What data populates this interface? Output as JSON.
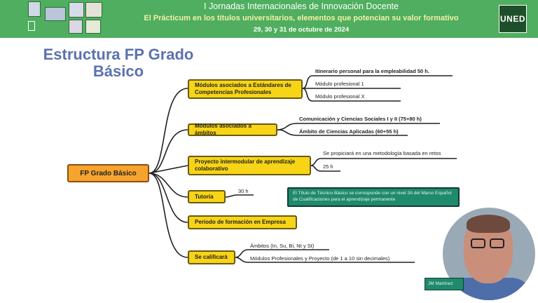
{
  "banner": {
    "line1": "I Jornadas Internacionales de Innovación Docente",
    "line2": "El Prácticum en los títulos universitarios, elementos que potencian su valor formativo",
    "line3": "29, 30 y 31 de octubre de 2024",
    "logo_text": "UNED"
  },
  "slide": {
    "title": "Estructura FP Grado Básico"
  },
  "mindmap": {
    "root": "FP  Grado Básico",
    "branches": [
      {
        "label": "Módulos asociados a Estándares de Competencias Profesionales",
        "leaves": [
          "Itinerario personal para la empleabilidad 50 h.",
          "Módulo profesional 1",
          "Módulo profesional X"
        ]
      },
      {
        "label": "Módulos asociados a ámbitos",
        "leaves": [
          "Comunicación y Ciencias Sociales I y II (75+80 h)",
          "Ámbito de Ciencias Aplicadas (60+55 h)"
        ]
      },
      {
        "label": "Proyecto intermodular de aprendizaje colaborativo",
        "leaves": [
          "Se propiciará en una metodología basada en retos",
          "25 h"
        ]
      },
      {
        "label": "Tutoría",
        "leaves": [
          "30 h"
        ]
      },
      {
        "label": "Periodo de formación en Empresa",
        "leaves": []
      },
      {
        "label": "Se calificará",
        "leaves": [
          "Ámbitos (In, Su, Bi, Nt y St)",
          "Módulos Profesionales y Proyecto (de 1 a 10 sin decimales)"
        ]
      }
    ],
    "note": "El Título de Técnico Básico se corresponde con un nivel 3A del Marco Español de Cualificaciones para el aprendizaje permanente"
  },
  "webcam": {
    "name_tag": "JM Martínez"
  },
  "colors": {
    "banner": "#4fae5f",
    "title": "#5b72b0",
    "root": "#f6a42d",
    "node": "#f7d416",
    "note": "#1f8a6c"
  }
}
